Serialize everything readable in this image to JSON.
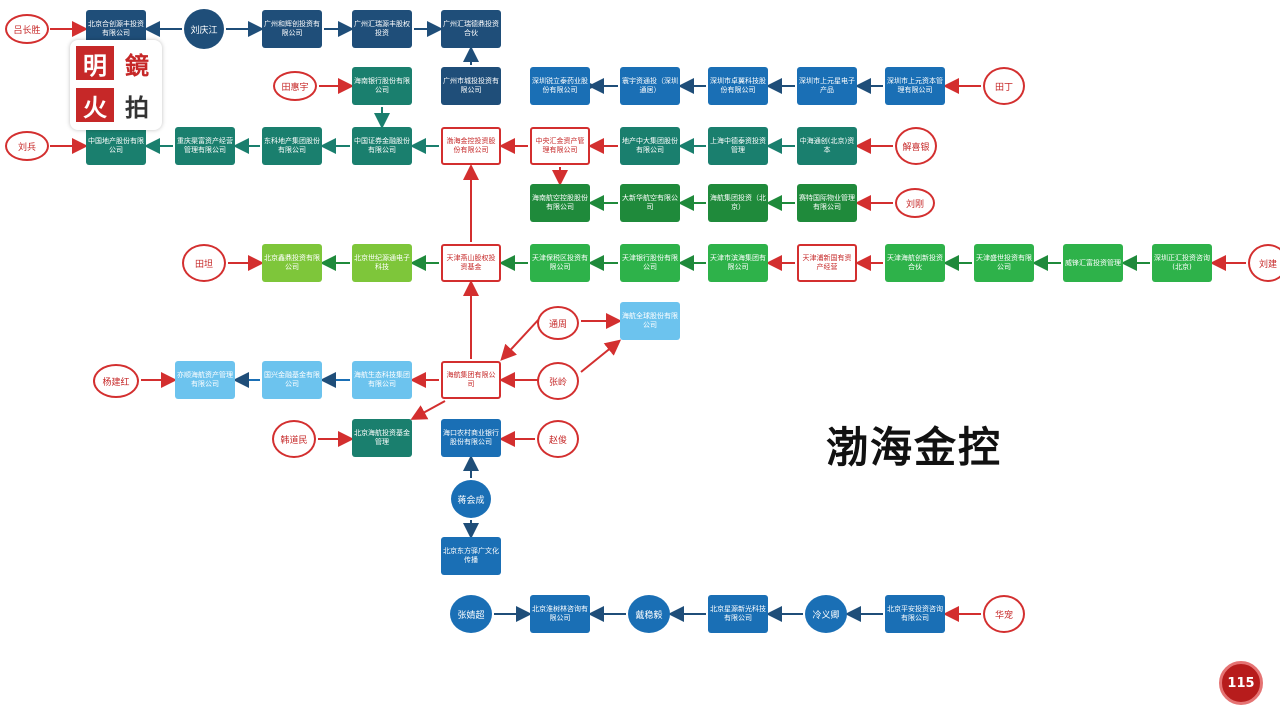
{
  "title": "渤海金控",
  "page_number": "115",
  "logo": {
    "chars": [
      "明",
      "鏡",
      "火",
      "拍"
    ]
  },
  "colors": {
    "red": "#d32f2f",
    "green": "#1f8a3b",
    "blue": "#1f4e79"
  },
  "people": {
    "p_lvchangsheng": "吕长胜",
    "p_liuqingjiang": "刘庆江",
    "p_tianhuiyu": "田惠宇",
    "p_tianding": "田丁",
    "p_liubing": "刘兵",
    "p_xieyuming": "解喜银",
    "p_liugang": "刘刚",
    "p_tiansheng": "田坦",
    "p_liujian": "刘建",
    "p_tongzhou": "通周",
    "p_zhangling": "张岭",
    "p_yangjianhong": "杨建红",
    "p_hanjinmin": "韩道民",
    "p_zhaocheng": "赵俊",
    "p_jianghuicheng": "蒋会成",
    "p_zhangjinchao": "张婧超",
    "p_daizhiyi": "戴稳毅",
    "p_lengyifeng": "冷义卿",
    "p_huachong": "华宠"
  },
  "companies": {
    "c_bj_hefei": "北京合创源丰投资有限公司",
    "c_gz_hehui": "广州和辉创投资有限公司",
    "c_gz_huijin": "广州汇瑞源丰股权投资",
    "c_gz_huihui": "广州汇瑞德鼎投资合伙",
    "c_gz_city": "广州市城投投资有限公司",
    "c_hn_bank": "海南银行股份有限公司",
    "c_sz_tech": "深圳锐立泰药业股份有限公司",
    "c_sz_tong": "寰宇资通投（深圳通居）",
    "c_sz_zhuo": "深圳市卓翼科技股份有限公司",
    "c_sz_elec": "深圳市上元星电子产品",
    "c_sz_yuan": "深圳市上元资本管理有限公司",
    "c_zhongguo_dichan": "中国地产股份有限公司",
    "c_chongqing": "重庆渠富资产经营管理有限公司",
    "c_dongke": "东科地产集团股份有限公司",
    "c_zhongguo_zq": "中国证券金融股份有限公司",
    "c_bohai_holding": "渤海金控投资股份有限公司",
    "c_zhongyang_huijin": "中央汇金资产管理有限公司",
    "c_dichan_zy": "地产中大集团股份有限公司",
    "c_sh_zx": "上海中德泰资投资管理",
    "c_zhongyuan": "中海通创(北京)资本",
    "c_hn_air": "海南航空控股股份有限公司",
    "c_daxin": "大新华航空有限公司",
    "c_hnpo": "海航集团投资（北京）",
    "c_saite": "赛特国际物业管理有限公司",
    "c_bj_jiedui": "北京鑫鼎投资有限公司",
    "c_bj_shiji": "北京世纪源通电子科技",
    "c_tj_yanshan": "天津燕山股权投资基金",
    "c_tj_baoshui": "天津保税区投资有限公司",
    "c_tj_bank": "天津银行股份有限公司",
    "c_tj_binhai": "天津市滨海集团有限公司",
    "c_tj_pujing": "天津浦新国有资产经营",
    "c_tj_hexun": "天津海航创新投资合伙",
    "c_tj_shengshi": "天津盛世投资有限公司",
    "c_weifeng": "威锋汇富投资管理",
    "c_shenzhen_zheng": "深圳正汇投资咨询(北京)",
    "c_hn_global": "海航全球股份有限公司",
    "c_hn_group": "海航集团有限公司",
    "c_yishu": "亦顺海航资产管理有限公司",
    "c_guoxing": "国兴金融基金有限公司",
    "c_hn_shenzhi": "海航生态科技集团有限公司",
    "c_bj_hang": "北京海航投资基金管理",
    "c_hk_rural": "海口农村商业银行股份有限公司",
    "c_bj_dongfang": "北京东方驿广文化传播",
    "c_bj_huai": "北京淮树林咨询有限公司",
    "c_bj_xingyuan": "北京星源新光科技有限公司",
    "c_bj_pingan": "北京平安投资咨询有限公司"
  }
}
